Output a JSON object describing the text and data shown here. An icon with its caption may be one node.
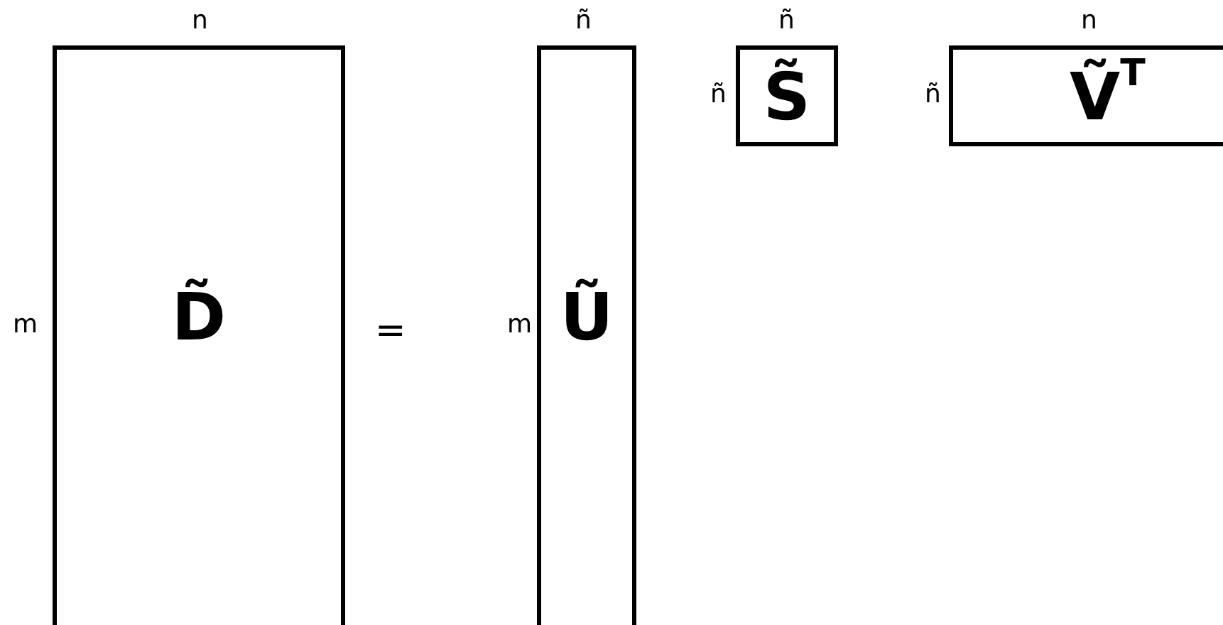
{
  "diagram": {
    "nodes": [
      {
        "text": [
          "D̃"
        ]
      },
      {
        "text": [
          "Ũ"
        ]
      },
      {
        "text": [
          "S̃"
        ]
      },
      {
        "text": [
          "Ṽ$^{T}$"
        ]
      }
    ],
    "labels": [
      "n",
      "ñ",
      "ñ",
      "n",
      "ñ",
      "ñ",
      "m",
      "=",
      "m"
    ]
  }
}
